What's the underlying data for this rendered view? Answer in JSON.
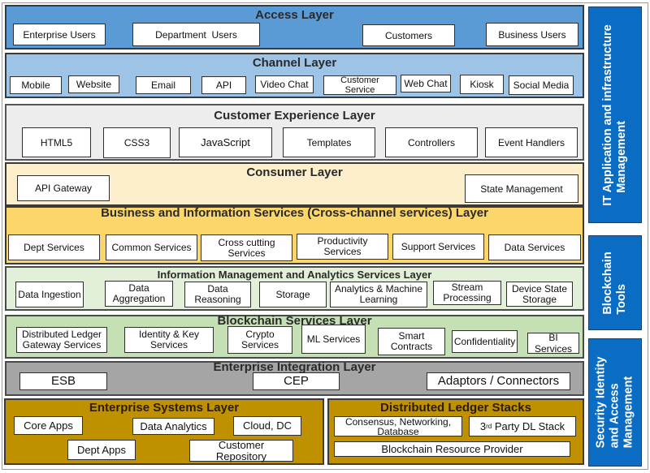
{
  "diagram": {
    "colors": {
      "access": "#5b9bd5",
      "channel": "#9dc3e6",
      "customer_experience": "#ededed",
      "consumer": "#fdefcc",
      "business": "#fcd66b",
      "information": "#e2efd9",
      "blockchain": "#c5e0b4",
      "integration": "#a5a5a5",
      "enterprise": "#bf9000",
      "side_panel": "#0a6cc2"
    },
    "layers": {
      "access": {
        "title": "Access Layer",
        "items": [
          "Enterprise Users",
          "Department  Users",
          "Customers",
          "Business Users"
        ]
      },
      "channel": {
        "title": "Channel Layer",
        "items": [
          "Mobile",
          "Website",
          "Email",
          "API",
          "Video Chat",
          "Customer Service",
          "Web Chat",
          "Kiosk",
          "Social Media"
        ]
      },
      "customer_experience": {
        "title": "Customer Experience Layer",
        "items": [
          "HTML5",
          "CSS3",
          "JavaScript",
          "Templates",
          "Controllers",
          "Event Handlers"
        ]
      },
      "consumer": {
        "title": "Consumer Layer",
        "items": [
          "API Gateway",
          "State Management"
        ]
      },
      "business": {
        "title": "Business and Information Services (Cross-channel services) Layer",
        "items": [
          "Dept Services",
          "Common Services",
          "Cross cutting Services",
          "Productivity Services",
          "Support Services",
          "Data Services"
        ]
      },
      "information": {
        "title": "Information Management and Analytics Services Layer",
        "items": [
          "Data Ingestion",
          "Data Aggregation",
          "Data Reasoning",
          "Storage",
          "Analytics & Machine Learning",
          "Stream Processing",
          "Device State Storage"
        ]
      },
      "blockchain": {
        "title": "Blockchain Services Layer",
        "items": [
          "Distributed Ledger Gateway Services",
          "Identity & Key Services",
          "Crypto Services",
          "ML Services",
          "Smart Contracts",
          "Confidentiality",
          "BI Services"
        ]
      },
      "integration": {
        "title": "Enterprise Integration Layer",
        "items": [
          "ESB",
          "CEP",
          "Adaptors / Connectors"
        ]
      },
      "enterprise_systems": {
        "title": "Enterprise Systems Layer",
        "items": [
          "Core Apps",
          "Data Analytics",
          "Cloud, DC",
          "Dept Apps",
          "Customer Repository"
        ]
      },
      "dl_stacks": {
        "title": "Distributed Ledger Stacks",
        "items": [
          "Consensus, Networking, Database",
          "3",
          "rd",
          " Party DL Stack",
          "Blockchain Resource Provider"
        ]
      }
    },
    "side_panels": [
      {
        "line1": "IT Application and infrastructure",
        "line2": "Management"
      },
      {
        "line1": "Blockchain",
        "line2": "Tools"
      },
      {
        "line1": "Security Identity",
        "line2": "and Access",
        "line3": "Management"
      }
    ]
  }
}
